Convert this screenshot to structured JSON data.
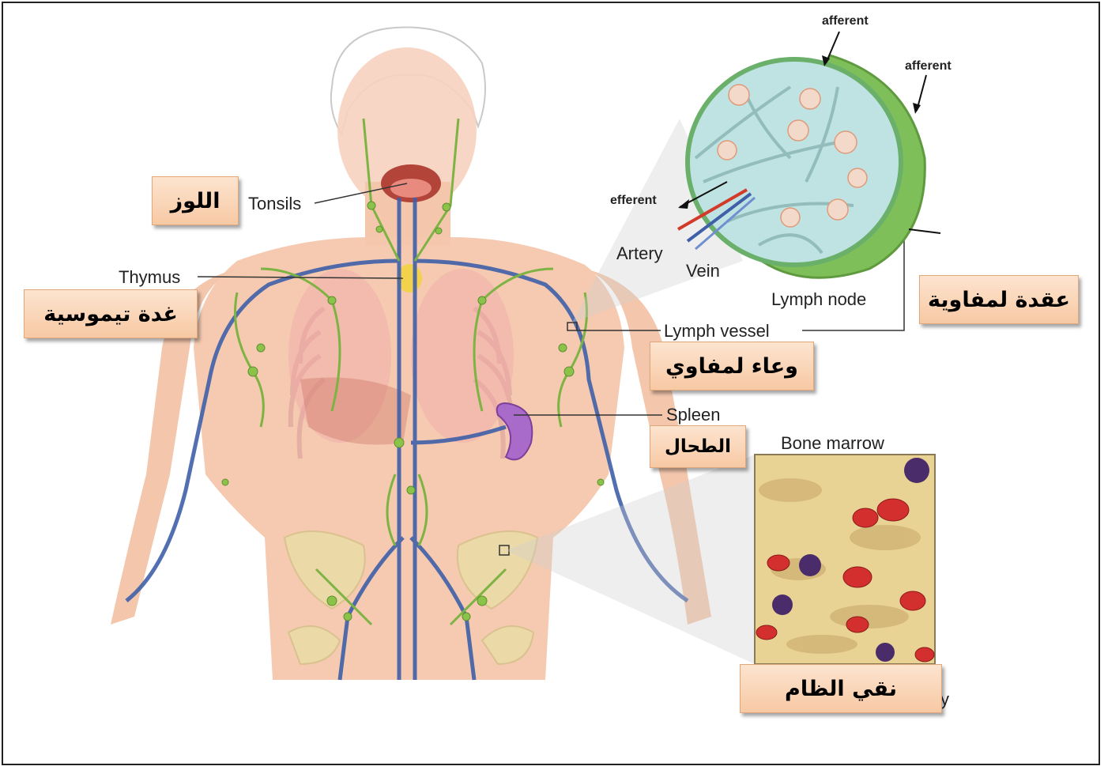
{
  "labels": {
    "tonsils": "Tonsils",
    "thymus": "Thymus",
    "spleen": "Spleen",
    "lymph_vessel": "Lymph vessel",
    "lymph_node": "Lymph node",
    "bone_marrow": "Bone marrow",
    "afferent_1": "afferent",
    "afferent_2": "afferent",
    "efferent": "efferent",
    "artery": "Artery",
    "vein": "Vein",
    "partial_letter": "y"
  },
  "arabic_labels": {
    "tonsils": "اللوز",
    "thymus": "غدة تيموسية",
    "lymph_node": "عقدة لمفاوية",
    "lymph_vessel": "وعاء لمفاوي",
    "spleen": "الطحال",
    "bone_marrow": "نقي الظام"
  },
  "colors": {
    "skin": "#f4c7ad",
    "lymph_green": "#7cb342",
    "vein_blue": "#3f5fa8",
    "artery_red": "#d23a2a",
    "spleen_purple": "#9b59b6",
    "label_box": "#f9d2b3",
    "node_green": "#8cc66a",
    "marrow_yellow": "#e8d394",
    "red_cell": "#d32f2f"
  }
}
